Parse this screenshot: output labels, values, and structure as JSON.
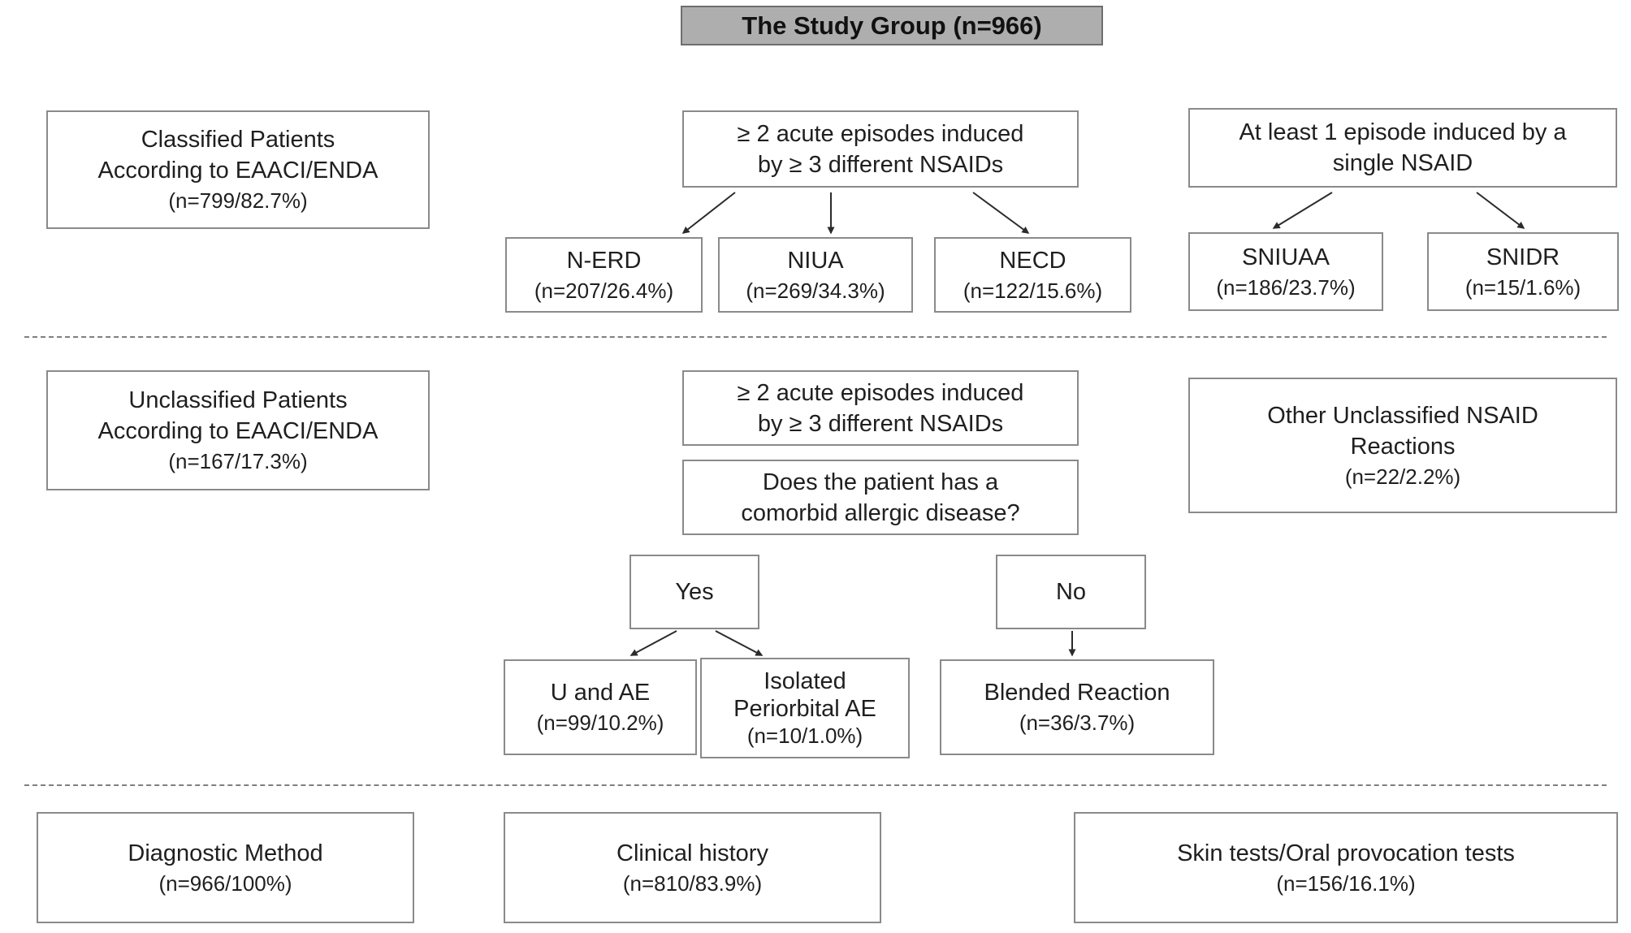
{
  "title": {
    "text": "The Study Group (n=966)"
  },
  "section1": {
    "classified": {
      "line1": "Classified Patients",
      "line2": "According to EAACI/ENDA",
      "n": "(n=799/82.7%)"
    },
    "criteria_multi": {
      "line1": "≥ 2 acute episodes induced",
      "line2": "by ≥ 3 different NSAIDs"
    },
    "criteria_single": {
      "line1": "At least 1 episode induced by a",
      "line2": "single NSAID"
    },
    "nerd": {
      "name": "N-ERD",
      "n": "(n=207/26.4%)"
    },
    "niua": {
      "name": "NIUA",
      "n": "(n=269/34.3%)"
    },
    "necd": {
      "name": "NECD",
      "n": "(n=122/15.6%)"
    },
    "sniuaa": {
      "name": "SNIUAA",
      "n": "(n=186/23.7%)"
    },
    "snidr": {
      "name": "SNIDR",
      "n": "(n=15/1.6%)"
    }
  },
  "section2": {
    "unclassified": {
      "line1": "Unclassified Patients",
      "line2": "According to EAACI/ENDA",
      "n": "(n=167/17.3%)"
    },
    "criteria_multi": {
      "line1": "≥ 2 acute episodes induced",
      "line2": "by ≥ 3 different NSAIDs"
    },
    "comorbid_question": {
      "line1": "Does the patient has a",
      "line2": "comorbid allergic disease?"
    },
    "other_unclassified": {
      "line1": "Other Unclassified NSAID",
      "line2": "Reactions",
      "n": "(n=22/2.2%)"
    },
    "yes_label": "Yes",
    "no_label": "No",
    "u_and_ae": {
      "name": "U and AE",
      "n": "(n=99/10.2%)"
    },
    "isolated_periorbital": {
      "line1": "Isolated",
      "line2": "Periorbital AE",
      "n": "(n=10/1.0%)"
    },
    "blended": {
      "name": "Blended Reaction",
      "n": "(n=36/3.7%)"
    }
  },
  "section3": {
    "diagnostic": {
      "name": "Diagnostic Method",
      "n": "(n=966/100%)"
    },
    "clinical": {
      "name": "Clinical history",
      "n": "(n=810/83.9%)"
    },
    "skin": {
      "name": "Skin tests/Oral provocation tests",
      "n": "(n=156/16.1%)"
    }
  },
  "colors": {
    "title_bg": "#aeaeae",
    "title_border": "#6e6e6e",
    "box_border": "#8a8a8a",
    "text": "#1f1f1f",
    "background": "#ffffff",
    "connector": "#2b2b2b",
    "dashed_divider": "#7f7f7f"
  }
}
